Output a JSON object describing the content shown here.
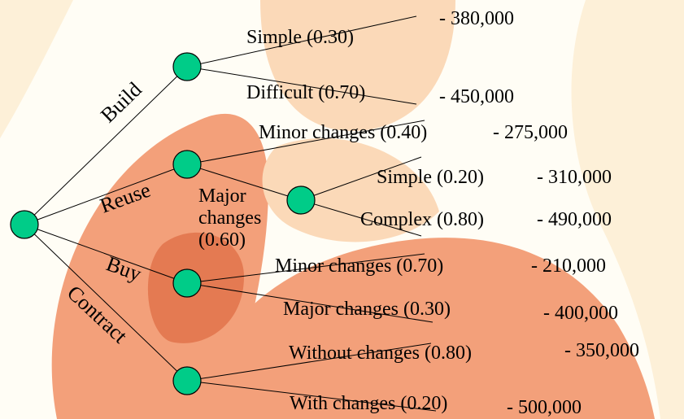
{
  "colors": {
    "background": "#fffdf5",
    "decoration_body": "#f3a07a",
    "decoration_light": "#fbd9b8",
    "decoration_dark": "#e47a52",
    "decoration_pale": "#fdf0d8",
    "node_fill": "#00cc88",
    "node_stroke": "#000000",
    "edge": "#000000",
    "text": "#000000"
  },
  "branches": {
    "build": "Build",
    "reuse": "Reuse",
    "buy": "Buy",
    "contract": "Contract"
  },
  "reuse_major": {
    "line1": "Major",
    "line2": "changes",
    "line3": "(0.60)"
  },
  "outcomes": {
    "build_simple": {
      "label": "Simple (0.30)",
      "value": "-  380,000"
    },
    "build_difficult": {
      "label": "Difficult (0.70)",
      "value": "-  450,000"
    },
    "reuse_minor": {
      "label": "Minor changes (0.40)",
      "value": "-  275,000"
    },
    "reuse_major_simple": {
      "label": "Simple (0.20)",
      "value": "-  310,000"
    },
    "reuse_major_complex": {
      "label": "Complex (0.80)",
      "value": "-  490,000"
    },
    "buy_minor": {
      "label": "Minor changes (0.70)",
      "value": "-  210,000"
    },
    "buy_major": {
      "label": "Major changes (0.30)",
      "value": "-  400,000"
    },
    "contract_without": {
      "label": "Without changes (0.80)",
      "value": "-  350,000"
    },
    "contract_with": {
      "label": "With changes (0.20)",
      "value": "-  500,000"
    }
  }
}
